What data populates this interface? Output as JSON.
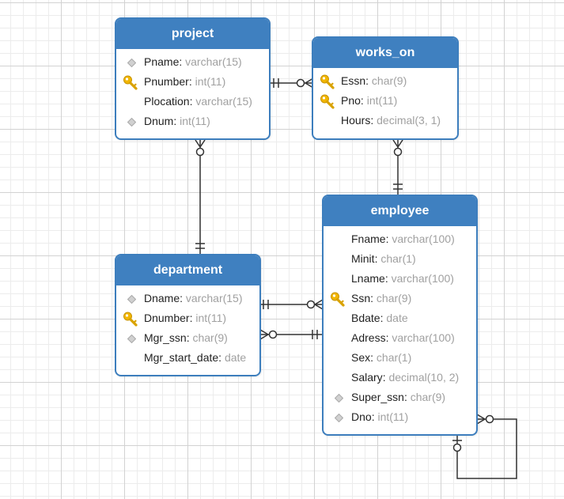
{
  "diagram": {
    "tables": [
      {
        "id": "project",
        "title": "project",
        "columns": [
          {
            "name": "Pname",
            "type": "varchar(15)",
            "icon": "fk-diamond-icon"
          },
          {
            "name": "Pnumber",
            "type": "int(11)",
            "icon": "primary-key-icon"
          },
          {
            "name": "Plocation",
            "type": "varchar(15)",
            "icon": "none"
          },
          {
            "name": "Dnum",
            "type": "int(11)",
            "icon": "fk-diamond-icon"
          }
        ]
      },
      {
        "id": "works_on",
        "title": "works_on",
        "columns": [
          {
            "name": "Essn",
            "type": "char(9)",
            "icon": "primary-key-icon"
          },
          {
            "name": "Pno",
            "type": "int(11)",
            "icon": "primary-key-icon"
          },
          {
            "name": "Hours",
            "type": "decimal(3, 1)",
            "icon": "none"
          }
        ]
      },
      {
        "id": "department",
        "title": "department",
        "columns": [
          {
            "name": "Dname",
            "type": "varchar(15)",
            "icon": "fk-diamond-icon"
          },
          {
            "name": "Dnumber",
            "type": "int(11)",
            "icon": "primary-key-icon"
          },
          {
            "name": "Mgr_ssn",
            "type": "char(9)",
            "icon": "fk-diamond-icon"
          },
          {
            "name": "Mgr_start_date",
            "type": "date",
            "icon": "none"
          }
        ]
      },
      {
        "id": "employee",
        "title": "employee",
        "columns": [
          {
            "name": "Fname",
            "type": "varchar(100)",
            "icon": "none"
          },
          {
            "name": "Minit",
            "type": "char(1)",
            "icon": "none"
          },
          {
            "name": "Lname",
            "type": "varchar(100)",
            "icon": "none"
          },
          {
            "name": "Ssn",
            "type": "char(9)",
            "icon": "primary-key-icon"
          },
          {
            "name": "Bdate",
            "type": "date",
            "icon": "none"
          },
          {
            "name": "Adress",
            "type": "varchar(100)",
            "icon": "none"
          },
          {
            "name": "Sex",
            "type": "char(1)",
            "icon": "none"
          },
          {
            "name": "Salary",
            "type": "decimal(10, 2)",
            "icon": "none"
          },
          {
            "name": "Super_ssn",
            "type": "char(9)",
            "icon": "fk-diamond-icon"
          },
          {
            "name": "Dno",
            "type": "int(11)",
            "icon": "fk-diamond-icon"
          }
        ]
      }
    ],
    "relationships": [
      {
        "from": "project",
        "from_end": "one-and-only-one",
        "to": "works_on",
        "to_end": "zero-or-many"
      },
      {
        "from": "department",
        "from_end": "one-and-only-one",
        "to": "project",
        "to_end": "zero-or-many"
      },
      {
        "from": "employee",
        "from_end": "one-and-only-one",
        "to": "works_on",
        "to_end": "zero-or-many"
      },
      {
        "from": "department",
        "from_end": "one-and-only-one",
        "to": "employee",
        "to_end": "zero-or-many"
      },
      {
        "from": "employee",
        "from_end": "one-and-only-one",
        "to": "department",
        "to_end": "zero-or-many"
      },
      {
        "from": "employee",
        "from_end": "zero-or-one",
        "to": "employee",
        "to_end": "zero-or-many"
      }
    ],
    "colors": {
      "header": "#3f80c0",
      "border": "#3d7ebd",
      "line": "#333333",
      "type_text": "#a0a0a0",
      "key": "#f2b600",
      "diamond": "#c8c8c8"
    }
  }
}
